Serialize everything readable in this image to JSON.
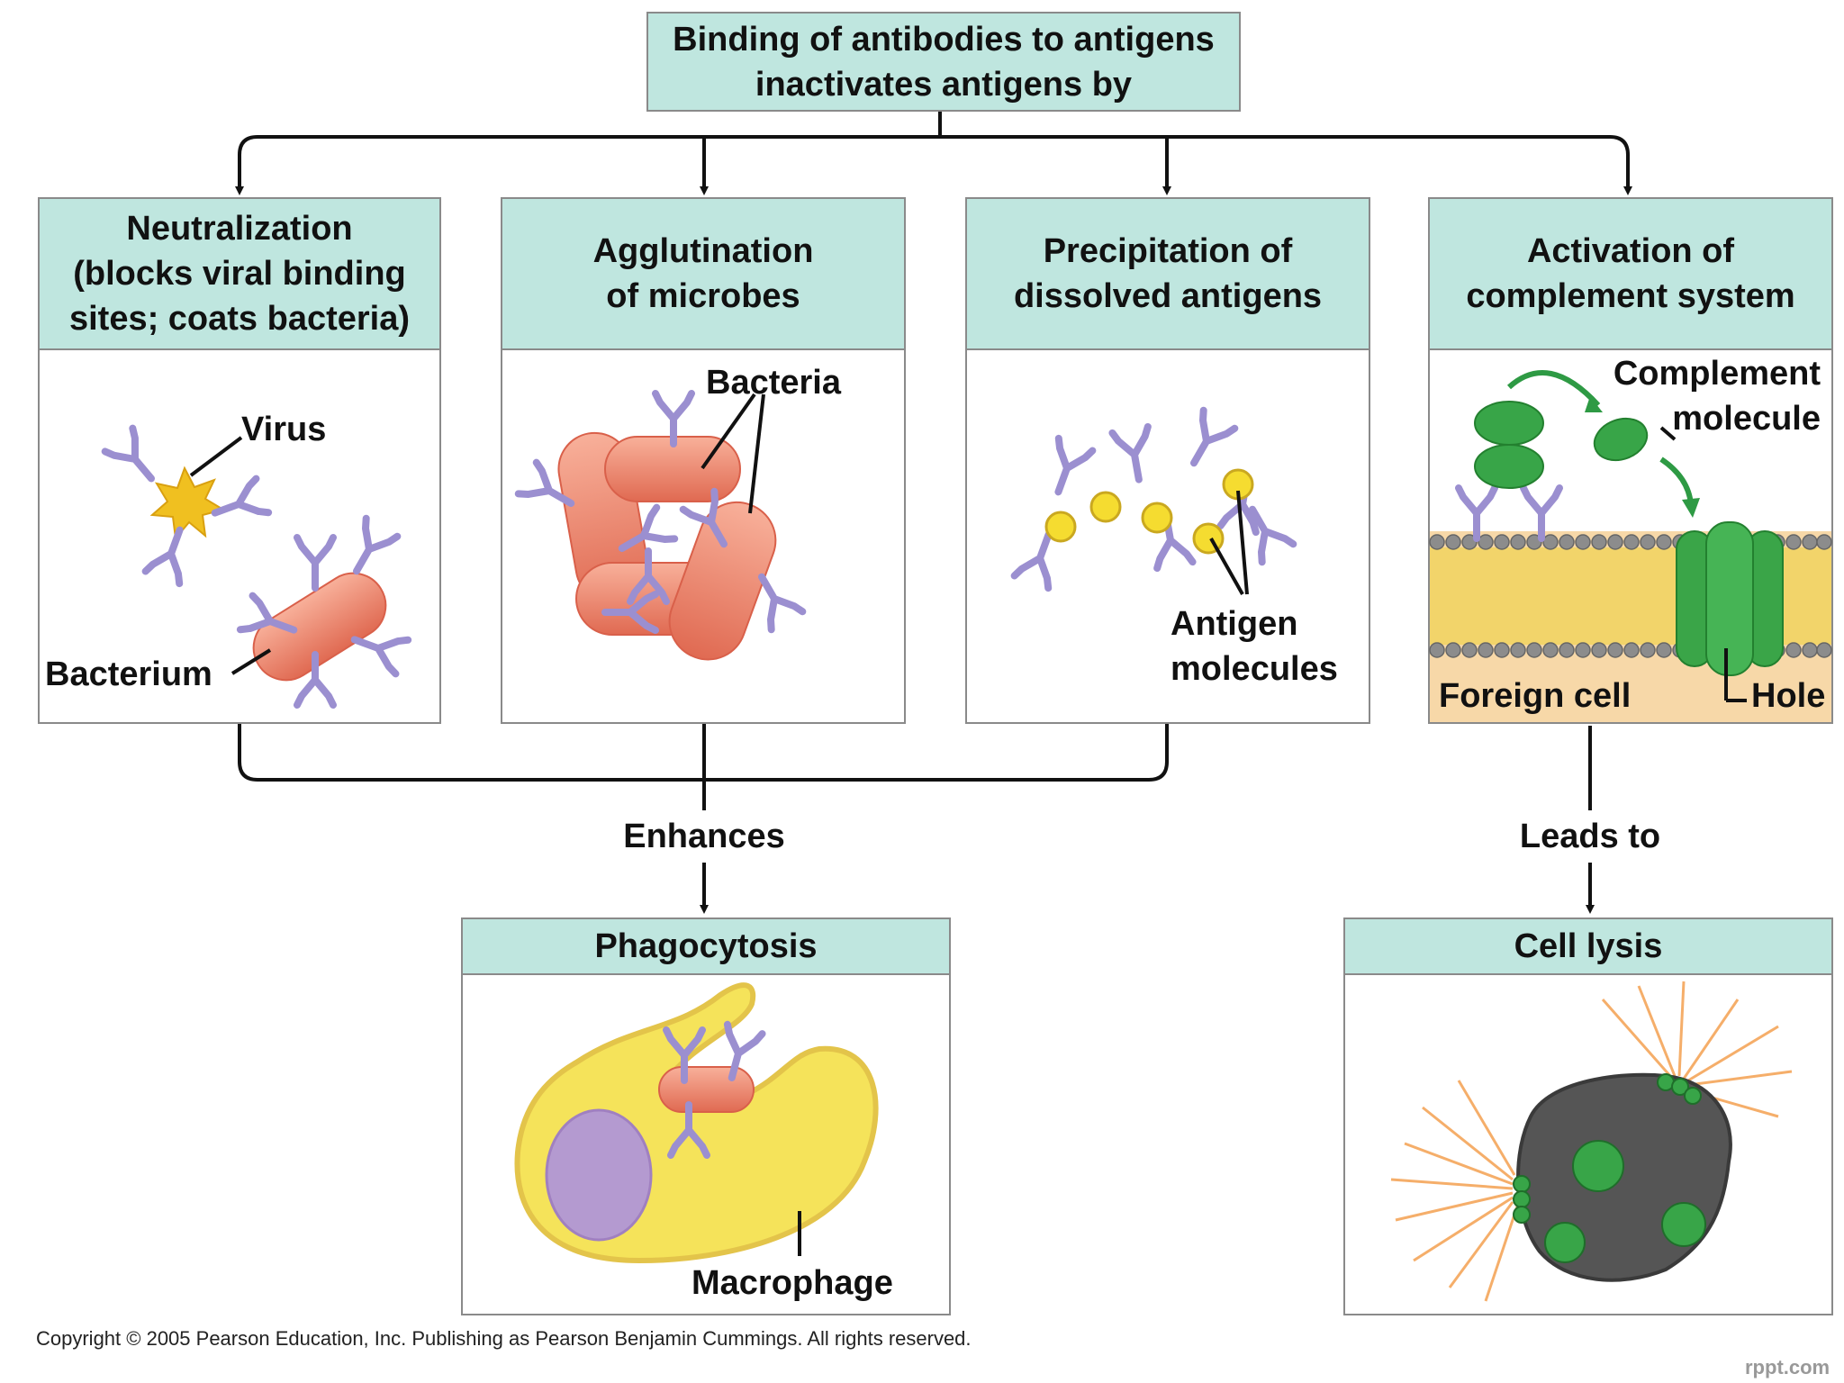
{
  "title": "Binding of antibodies to antigens\ninactivates antigens by",
  "mechanisms": [
    {
      "heading": "Neutralization\n(blocks viral binding\nsites; coats bacteria)",
      "labels": [
        "Virus",
        "Bacterium"
      ]
    },
    {
      "heading": "Agglutination\nof microbes",
      "labels": [
        "Bacteria"
      ]
    },
    {
      "heading": "Precipitation of\ndissolved antigens",
      "labels": [
        "Antigen\nmolecules"
      ]
    },
    {
      "heading": "Activation of\ncomplement system",
      "labels": [
        "Complement\nmolecule",
        "Foreign cell",
        "Hole"
      ]
    }
  ],
  "connectors": {
    "enhances": "Enhances",
    "leads_to": "Leads to"
  },
  "outcomes": [
    {
      "heading": "Phagocytosis",
      "label": "Macrophage"
    },
    {
      "heading": "Cell lysis"
    }
  ],
  "footer": {
    "copyright": "Copyright © 2005 Pearson Education, Inc. Publishing as Pearson Benjamin Cummings. All rights reserved.",
    "watermark": "rppt.com"
  },
  "colors": {
    "header_fill": "#bfe6df",
    "antibody": "#9b8fd0",
    "bacterium": "#f08a72",
    "virus": "#f0c020",
    "antigen": "#f5dc30",
    "complement": "#38a548",
    "membrane_core": "#f2d46a",
    "macrophage": "#f5e35a",
    "nucleus": "#b49ad0",
    "lysed_cell": "#555555"
  }
}
